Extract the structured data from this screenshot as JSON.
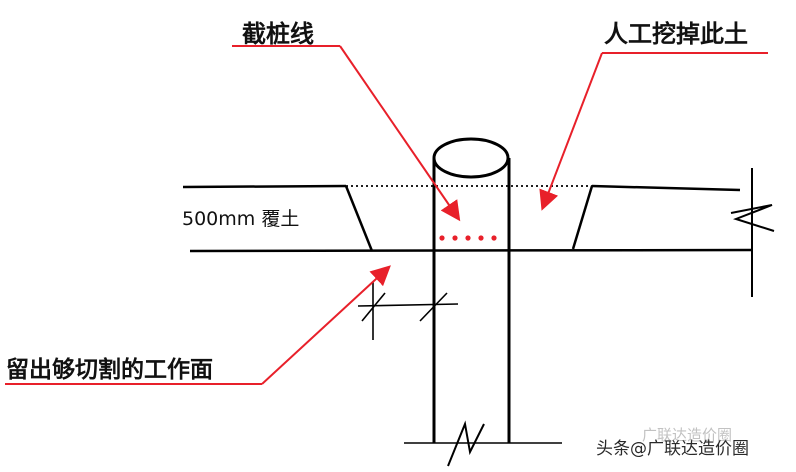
{
  "labels": {
    "pile_cut_line": "截桩线",
    "manual_excavation": "人工挖掉此土",
    "overburden": "500mm 覆土",
    "working_face": "留出够切割的工作面"
  },
  "watermark": {
    "prefix": "头条",
    "handle": "@广联达造价圈",
    "ghost": "广联达造价圈"
  },
  "colors": {
    "line": "#000000",
    "annotation": "#e8202a",
    "text": "#111111"
  }
}
